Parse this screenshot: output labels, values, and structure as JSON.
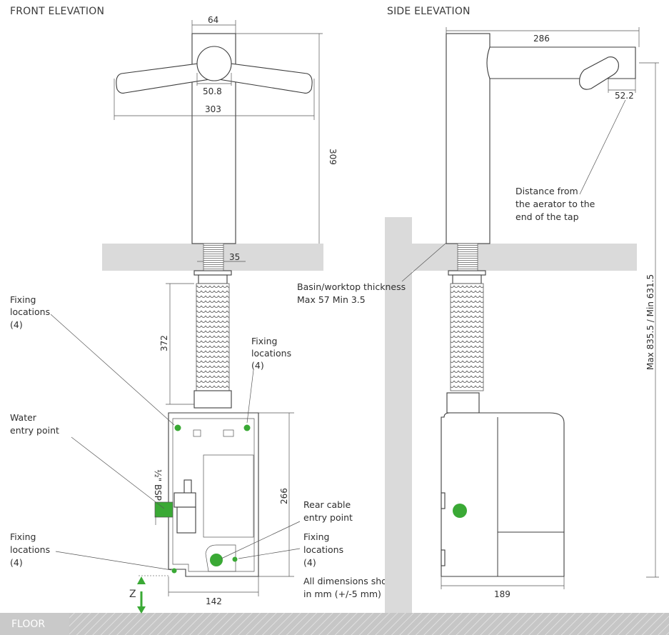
{
  "titles": {
    "front": "FRONT ELEVATION",
    "side": "SIDE ELEVATION"
  },
  "floor_label": "FLOOR",
  "dimensions": {
    "front_top_width": "64",
    "front_hub": "50.8",
    "front_span": "303",
    "front_height": "309",
    "pipe_thread": "35",
    "hose_length": "372",
    "box_height": "266",
    "box_width": "142",
    "side_length": "286",
    "aerator": "52.2",
    "box_depth": "189",
    "max_min": "Max 835.5 / Min 631.5",
    "bsp": "½\" BSP",
    "z": "Z"
  },
  "labels": {
    "fixing_1": [
      "Fixing",
      "locations",
      "(4)"
    ],
    "fixing_2": [
      "Fixing",
      "locations",
      "(4)"
    ],
    "fixing_3": [
      "Fixing",
      "locations",
      "(4)"
    ],
    "fixing_4": [
      "Fixing",
      "locations",
      "(4)"
    ],
    "water_entry": [
      "Water",
      "entry point"
    ],
    "rear_cable": [
      "Rear cable",
      "entry point"
    ],
    "all_dims": [
      "All dimensions shown",
      "in mm (+/-5 mm)"
    ],
    "basin": [
      "Basin/worktop thickness",
      "Max 57 Min 3.5"
    ],
    "aerator_note": [
      "Distance from",
      "the aerator to the",
      "end of the tap"
    ]
  },
  "colors": {
    "accent_green": "#3aa935",
    "worktop_gray": "#dadada",
    "floor_gray": "#bfbfbf",
    "line": "#3c3c3c"
  }
}
